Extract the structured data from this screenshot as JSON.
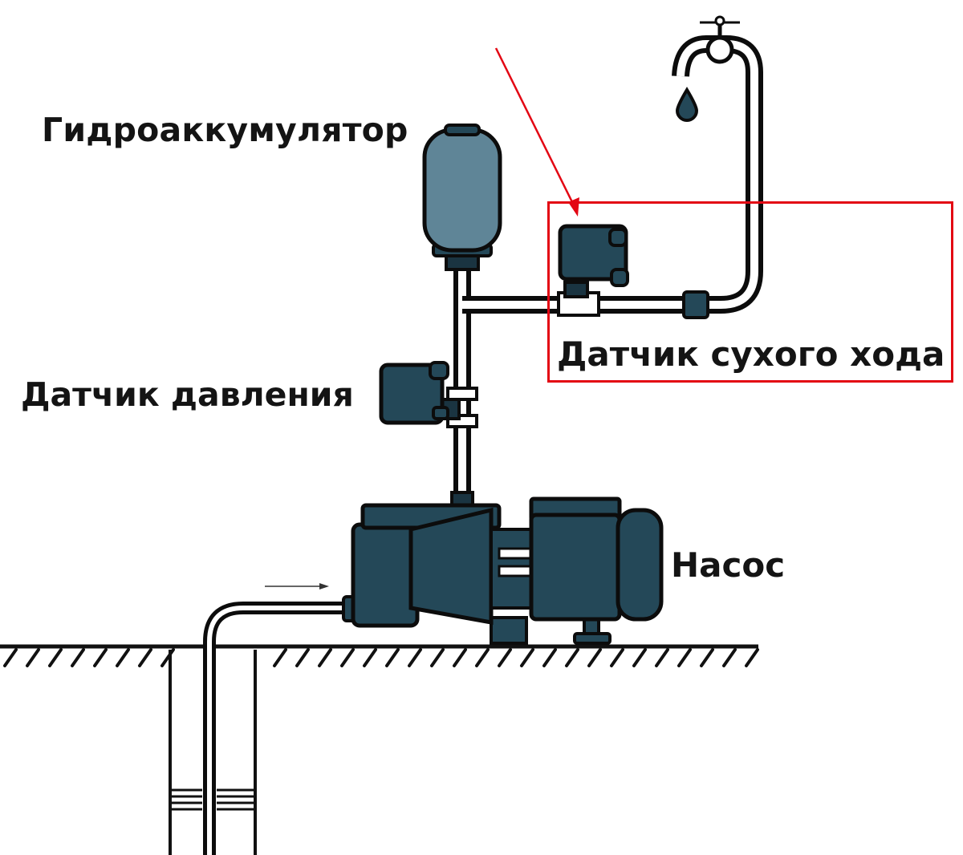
{
  "labels": {
    "accumulator": "Гидроаккумулятор",
    "pressure_switch": "Датчик давления",
    "dry_run_sensor": "Датчик сухого хода",
    "pump": "Насос"
  },
  "colors": {
    "equipment_fill": "#244858",
    "equipment_dark": "#1a3441",
    "tank_fill": "#5f8597",
    "outline": "#0c0c0c",
    "highlight": "#e30613",
    "pipe_inner": "#ffffff"
  },
  "icons": [
    "water-tap-icon",
    "water-drop-icon",
    "flow-arrow-icon"
  ]
}
